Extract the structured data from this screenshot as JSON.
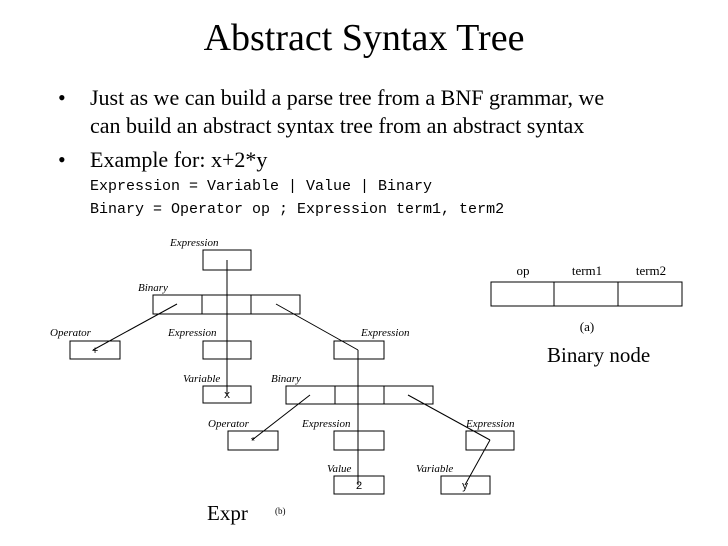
{
  "title": "Abstract Syntax Tree",
  "bullets": [
    {
      "line1": "Just as we can build a parse tree from a BNF grammar, we",
      "line2": "can build an abstract syntax tree from an abstract syntax"
    },
    {
      "line1": "Example for:  x+2*y"
    }
  ],
  "bullet_symbol": "•",
  "code": [
    "Expression = Variable | Value | Binary",
    "Binary = Operator op ; Expression term1, term2"
  ],
  "tree": {
    "labels": {
      "root_expression": "Expression",
      "binary_1": "Binary",
      "operator_1": "Operator",
      "expression_left": "Expression",
      "expression_right": "Expression",
      "variable_1": "Variable",
      "binary_2": "Binary",
      "operator_2": "Operator",
      "expression_2a": "Expression",
      "expression_2b": "Expression",
      "value_1": "Value",
      "variable_2": "Variable"
    },
    "values": {
      "plus": "+",
      "x": "x",
      "times": "*",
      "two": "2",
      "y": "y"
    },
    "caption_big": "Expr",
    "caption_small": "(b)"
  },
  "binary_node": {
    "fields": [
      "op",
      "term1",
      "term2"
    ],
    "caption_small": "(a)",
    "caption": "Binary node"
  }
}
